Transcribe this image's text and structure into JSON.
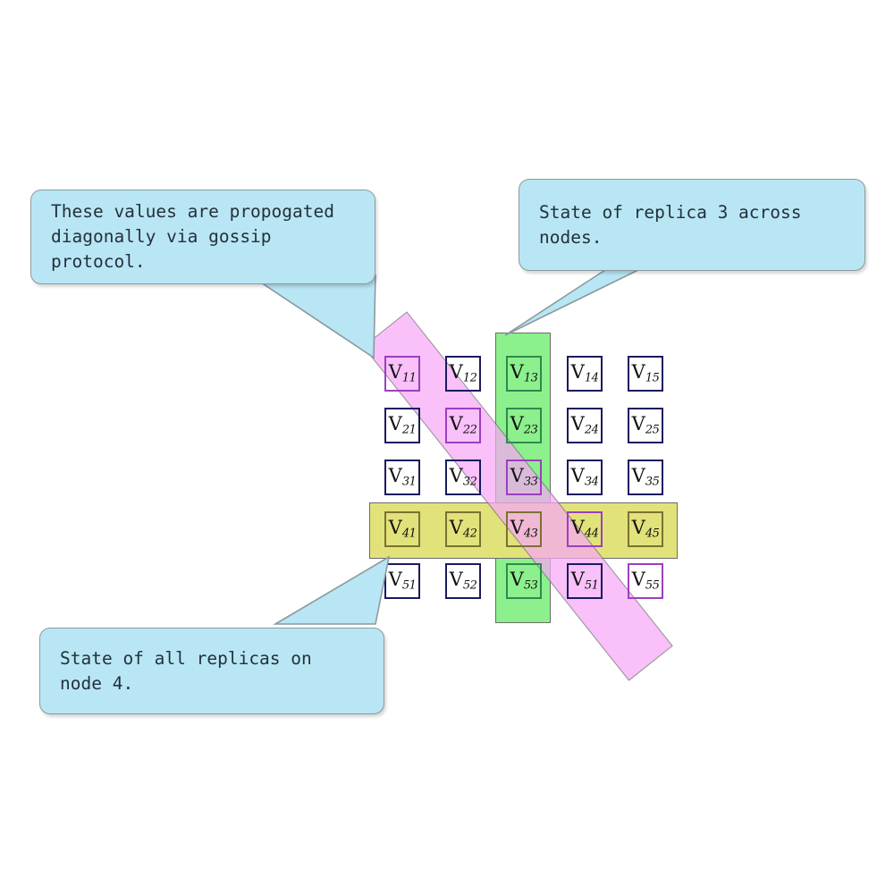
{
  "diagram": {
    "title": "Replica state grid with gossip propagation",
    "colors": {
      "cell_border": "#1a1a5e",
      "diagonal_band": "#f7a8f7",
      "diagonal_border": "#9b3fbf",
      "row_band": "#e2e27a",
      "row_border": "#7b7132",
      "column_band": "#8cf08c",
      "column_border": "#2e8a4e",
      "callout_fill": "#b9e6f5",
      "callout_border": "#8a9a9e",
      "callout_text": "#23313a",
      "background": "#ffffff"
    }
  },
  "grid": {
    "rows": 5,
    "cols": 5,
    "cells": [
      [
        {
          "base": "V",
          "sub": "11",
          "highlight": "diagonal"
        },
        {
          "base": "V",
          "sub": "12",
          "highlight": "none"
        },
        {
          "base": "V",
          "sub": "13",
          "highlight": "column"
        },
        {
          "base": "V",
          "sub": "14",
          "highlight": "none"
        },
        {
          "base": "V",
          "sub": "15",
          "highlight": "none"
        }
      ],
      [
        {
          "base": "V",
          "sub": "21",
          "highlight": "none"
        },
        {
          "base": "V",
          "sub": "22",
          "highlight": "diagonal"
        },
        {
          "base": "V",
          "sub": "23",
          "highlight": "column"
        },
        {
          "base": "V",
          "sub": "24",
          "highlight": "none"
        },
        {
          "base": "V",
          "sub": "25",
          "highlight": "none"
        }
      ],
      [
        {
          "base": "V",
          "sub": "31",
          "highlight": "none"
        },
        {
          "base": "V",
          "sub": "32",
          "highlight": "none"
        },
        {
          "base": "V",
          "sub": "33",
          "highlight": "diagonal"
        },
        {
          "base": "V",
          "sub": "34",
          "highlight": "none"
        },
        {
          "base": "V",
          "sub": "35",
          "highlight": "none"
        }
      ],
      [
        {
          "base": "V",
          "sub": "41",
          "highlight": "row"
        },
        {
          "base": "V",
          "sub": "42",
          "highlight": "row"
        },
        {
          "base": "V",
          "sub": "43",
          "highlight": "row"
        },
        {
          "base": "V",
          "sub": "44",
          "highlight": "diagonal"
        },
        {
          "base": "V",
          "sub": "45",
          "highlight": "row"
        }
      ],
      [
        {
          "base": "V",
          "sub": "51",
          "highlight": "none"
        },
        {
          "base": "V",
          "sub": "52",
          "highlight": "none"
        },
        {
          "base": "V",
          "sub": "53",
          "highlight": "column"
        },
        {
          "base": "V",
          "sub": "51",
          "highlight": "none"
        },
        {
          "base": "V",
          "sub": "55",
          "highlight": "diagonal"
        }
      ]
    ]
  },
  "bands": {
    "diagonal": {
      "label": "gossip-diagonal-band"
    },
    "row": {
      "label": "node-4-row-band"
    },
    "column": {
      "label": "replica-3-column-band"
    }
  },
  "callouts": {
    "gossip": {
      "text": "These values are propogated\ndiagonally via gossip protocol."
    },
    "replica3": {
      "text": "State of replica 3 across nodes."
    },
    "node4": {
      "text": "State of all replicas on node 4."
    }
  }
}
